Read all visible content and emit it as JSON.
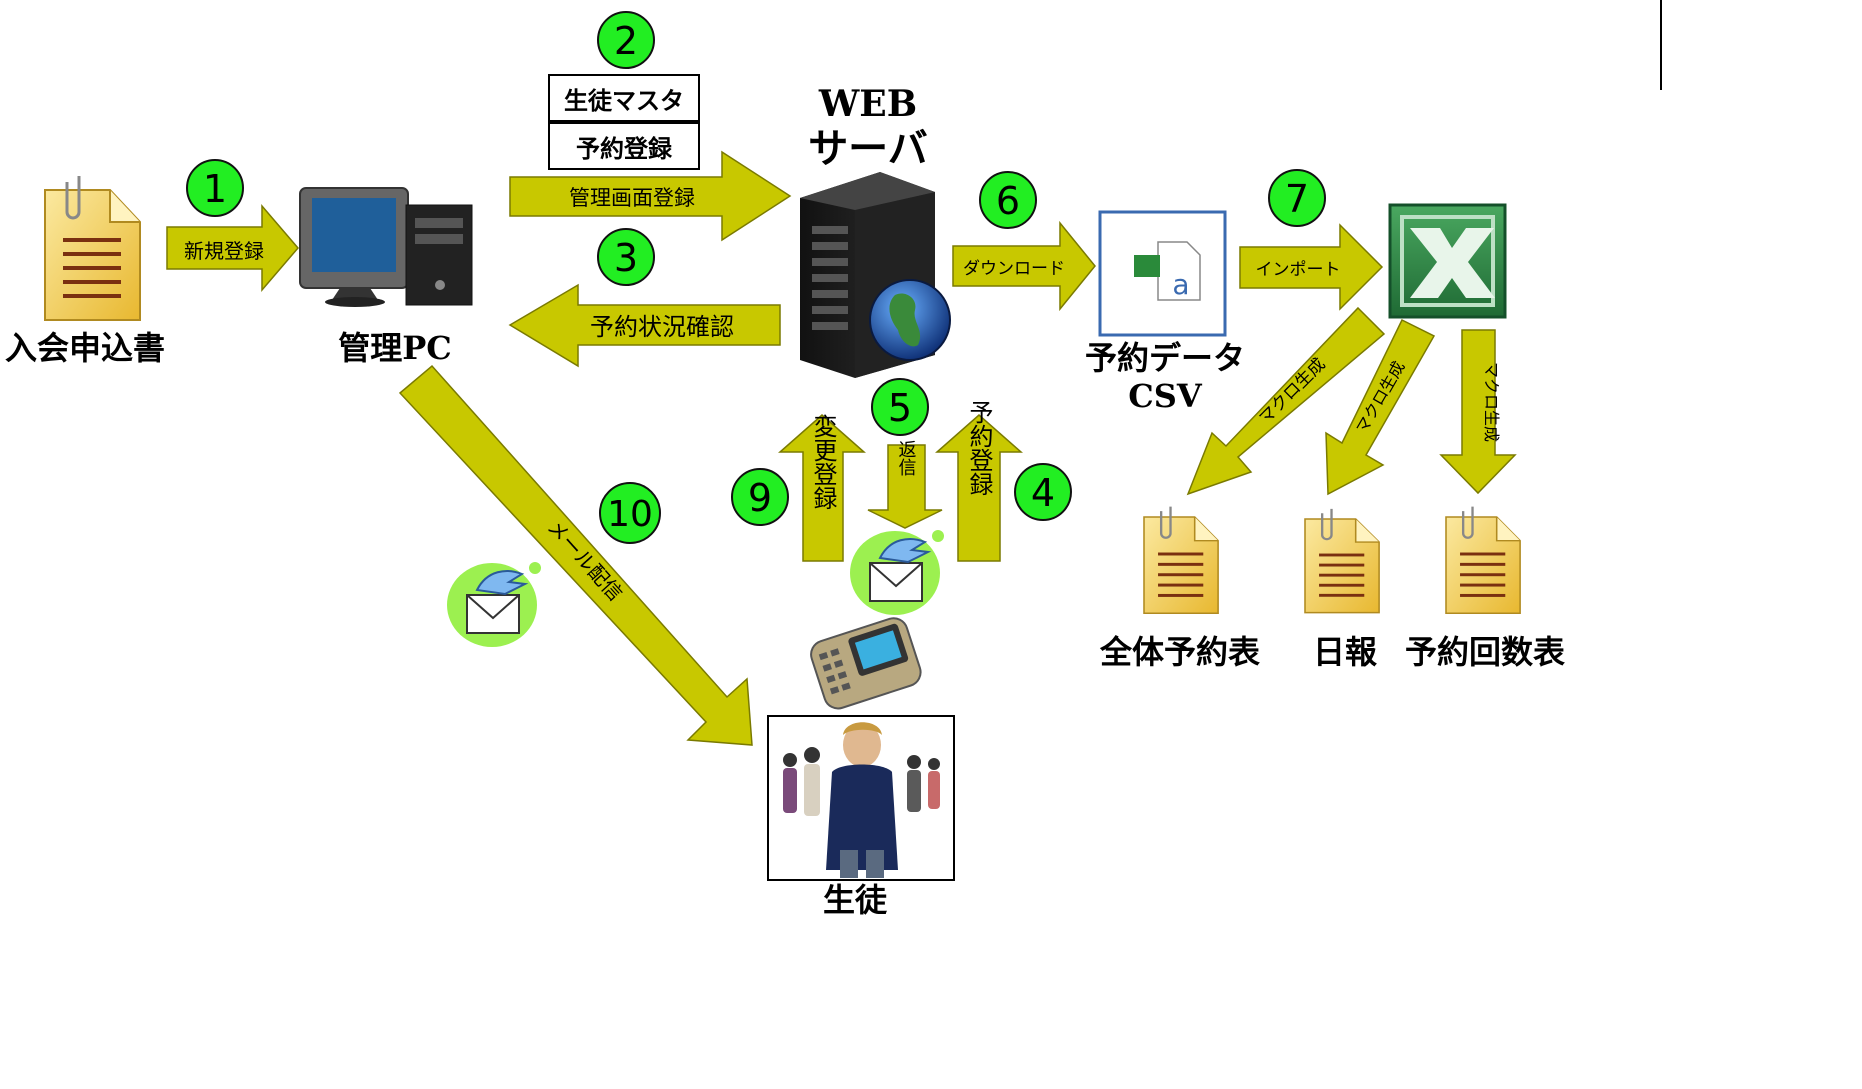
{
  "nodes": {
    "application_form": "入会申込書",
    "admin_pc": "管理PC",
    "web_server_line1": "WEB",
    "web_server_line2": "サーバ",
    "reservation_csv_line1": "予約データ",
    "reservation_csv_line2": "CSV",
    "students": "生徒",
    "overall_table": "全体予約表",
    "daily_report": "日報",
    "count_table": "予約回数表"
  },
  "boxes": {
    "student_master": "生徒マスタ",
    "reservation_register": "予約登録"
  },
  "arrows": {
    "new_register": "新規登録",
    "admin_screen_register": "管理画面登録",
    "reservation_status_check": "予約状況確認",
    "download": "ダウンロード",
    "import": "インポート",
    "macro_gen": "マクロ生成",
    "change_register": "変更登録",
    "reply": "返信",
    "reservation_register_v": "予約登録",
    "mail_delivery": "メール配信"
  },
  "steps": [
    "1",
    "2",
    "3",
    "4",
    "5",
    "6",
    "7",
    "9",
    "10"
  ],
  "colors": {
    "arrow_fill": "#c8c800",
    "arrow_stroke": "#7a7a00",
    "step_fill": "#22ee22",
    "step_stroke": "#111111",
    "doc_fill": "#f6d25a",
    "excel_green": "#1f7a3a"
  }
}
